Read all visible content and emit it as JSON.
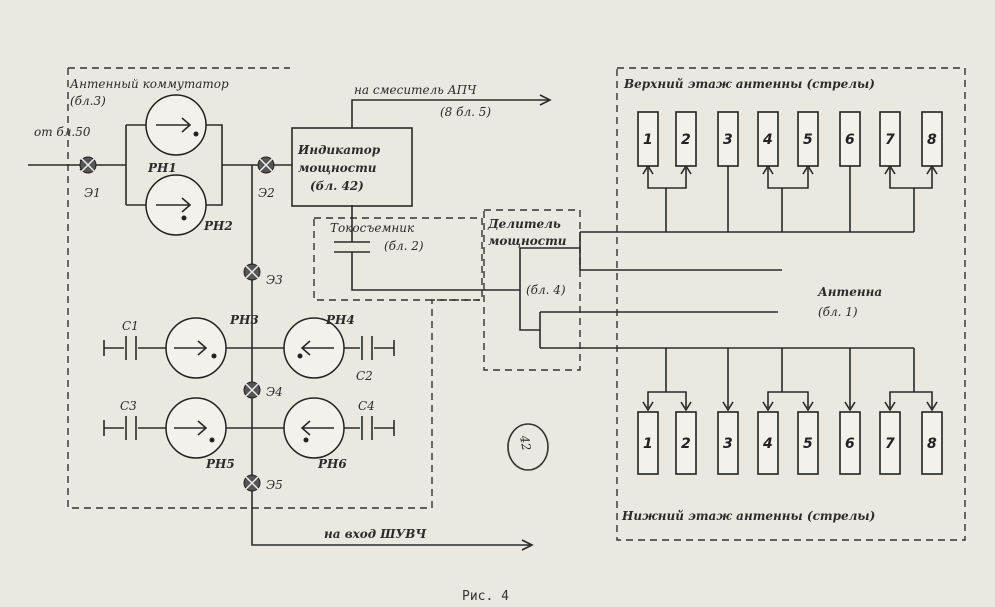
{
  "blocks": {
    "commutator_title": "Антенный коммутатор",
    "commutator_ref": "(бл.3)",
    "input_label": "от бл.50",
    "power_indicator_line1": "Индикатор",
    "power_indicator_line2": "мощности",
    "power_indicator_ref": "(бл. 42)",
    "to_mixer_label": "на смеситель АПЧ",
    "to_mixer_ref": "(8 бл. 5)",
    "pickoff_label": "Токосъемник",
    "pickoff_ref": "(бл. 2)",
    "divider_line1": "Делитель",
    "divider_line2": "мощности",
    "divider_ref": "(бл. 4)",
    "upper_floor_title": "Верхний этаж антенны (стрелы)",
    "lower_floor_title": "Нижний этаж антенны (стрелы)",
    "antenna_title": "Антенна",
    "antenna_ref": "(бл. 1)",
    "to_input_label": "на вход ШУВЧ",
    "figure_caption": "Рис. 4",
    "handwritten_mark": "42"
  },
  "switches": {
    "rn1": "РН1",
    "rn2": "РН2",
    "rn3": "РН3",
    "rn4": "РН4",
    "rn5": "РН5",
    "rn6": "РН6"
  },
  "capacitors": {
    "c1": "С1",
    "c2": "С2",
    "c3": "С3",
    "c4": "С4"
  },
  "connectors": {
    "e1": "Э1",
    "e2": "Э2",
    "e3": "Э3",
    "e4": "Э4",
    "e5": "Э5"
  },
  "upper_elements": [
    "1",
    "2",
    "3",
    "4",
    "5",
    "6",
    "7",
    "8"
  ],
  "lower_elements": [
    "1",
    "2",
    "3",
    "4",
    "5",
    "6",
    "7",
    "8"
  ]
}
